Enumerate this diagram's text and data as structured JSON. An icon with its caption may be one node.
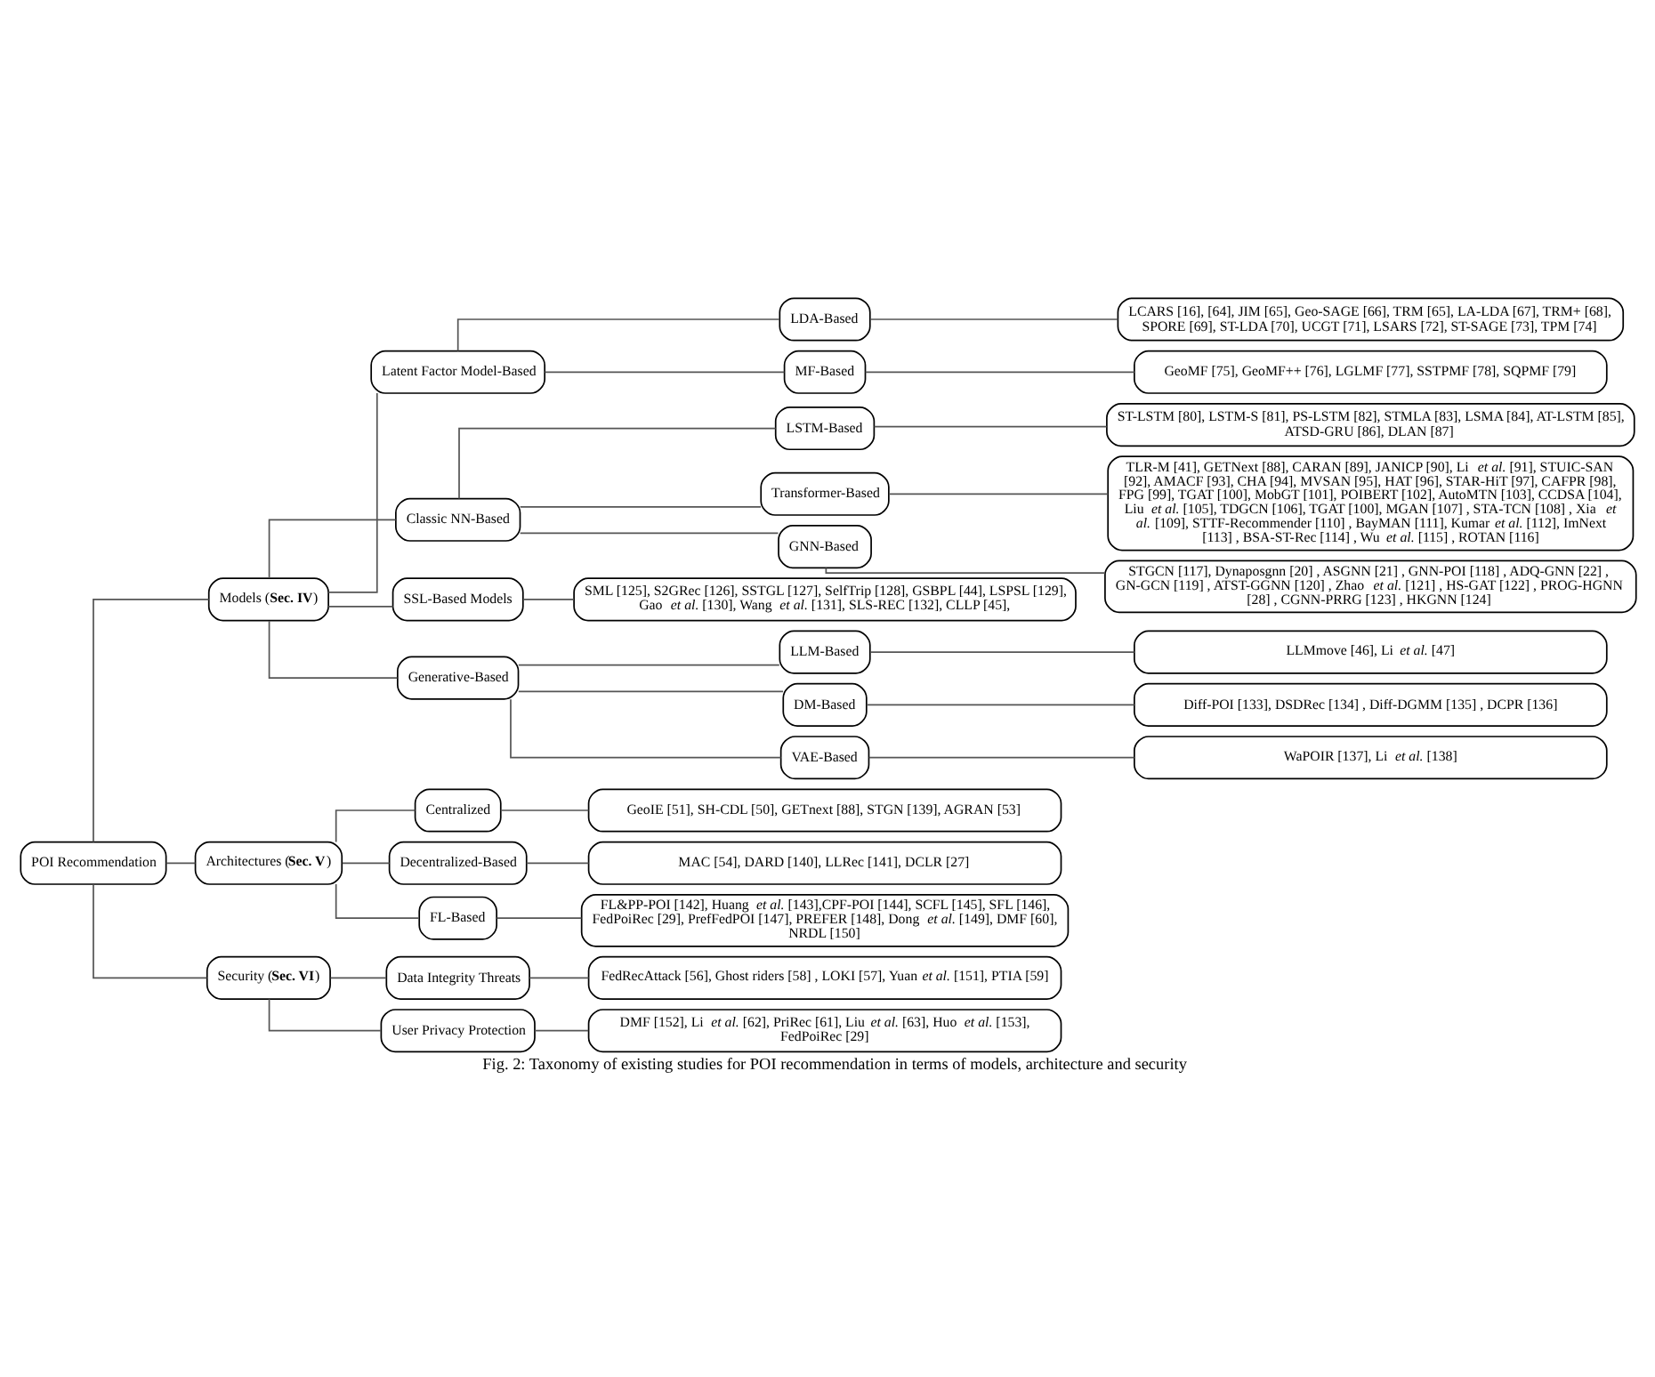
{
  "diagram": {
    "caption": "Fig. 2: Taxonomy of existing studies for POI recommendation in terms of models, architecture and security",
    "nodes": [
      {
        "text": [
          "POI Recommendation"
        ]
      },
      {
        "text": [
          "Models (**Sec. IV**)"
        ]
      },
      {
        "text": [
          "Latent Factor Model-Based"
        ]
      },
      {
        "text": [
          "LDA-Based"
        ]
      },
      {
        "text": [
          "LCARS [16], [64], JIM [65], Geo-SAGE [66], TRM [65], LA-LDA [67], TRM+ [68], SPORE [69], ST-LDA [70], UCGT [71], LSARS [72], ST-SAGE [73], TPM [74]"
        ]
      },
      {
        "text": [
          "MF-Based"
        ]
      },
      {
        "text": [
          "GeoMF [75], GeoMF++ [76], LGLMF [77], SSTPMF [78], SQPMF [79]"
        ]
      },
      {
        "text": [
          "Classic NN-Based"
        ]
      },
      {
        "text": [
          "LSTM-Based"
        ]
      },
      {
        "text": [
          "ST-LSTM [80], LSTM-S [81], PS-LSTM [82], STMLA [83], LSMA [84], AT-LSTM [85], ATSD-GRU [86], DLAN [87]"
        ]
      },
      {
        "text": [
          "Transformer-Based"
        ]
      },
      {
        "text": [
          "TLR-M [41], GETNext [88], CARAN [89], JANICP [90], Li *et al.* [91], STUIC-SAN [92], AMACF [93], CHA [94], MVSAN [95], HAT [96], STAR-HiT [97], CAFPR [98], FPG [99], TGAT [100], MobGT [101], POIBERT [102], AutoMTN [103], CCDSA [104], Liu *et al.* [105], TDGCN [106], TGAT [100], MGAN [107] , STA-TCN [108] , Xia *et al.* [109], STTF-Recommender [110] , BayMAN [111], Kumar *et al.* [112], ImNext [113] , BSA-ST-Rec [114] , Wu *et al.* [115] , ROTAN [116]"
        ]
      },
      {
        "text": [
          "GNN-Based"
        ]
      },
      {
        "text": [
          "STGCN [117], Dynaposgnn [20] , ASGNN [21] , GNN-POI [118] , ADQ-GNN [22] , GN-GCN [119] , ATST-GGNN [120] , Zhao *et al.* [121] , HS-GAT [122] , PROG-HGNN [28] , CGNN-PRRG [123] , HKGNN [124]"
        ]
      },
      {
        "text": [
          "SSL-Based Models"
        ]
      },
      {
        "text": [
          "SML [125], S2GRec [126], SSTGL [127], SelfTrip [128], GSBPL [44], LSPSL [129], Gao *et al.* [130], Wang *et al.* [131], SLS-REC [132], CLLP [45],"
        ]
      },
      {
        "text": [
          "Generative-Based"
        ]
      },
      {
        "text": [
          "LLM-Based"
        ]
      },
      {
        "text": [
          "LLMmove [46], Li *et al.* [47]"
        ]
      },
      {
        "text": [
          "DM-Based"
        ]
      },
      {
        "text": [
          "Diff-POI [133], DSDRec [134] , Diff-DGMM [135] , DCPR [136]"
        ]
      },
      {
        "text": [
          "VAE-Based"
        ]
      },
      {
        "text": [
          "WaPOIR [137], Li *et al.* [138]"
        ]
      },
      {
        "text": [
          "Architectures (**Sec. V**)"
        ]
      },
      {
        "text": [
          "Centralized"
        ]
      },
      {
        "text": [
          "GeoIE [51], SH-CDL [50], GETnext [88], STGN [139], AGRAN [53]"
        ]
      },
      {
        "text": [
          "Decentralized-Based"
        ]
      },
      {
        "text": [
          "MAC [54], DARD [140], LLRec [141], DCLR [27]"
        ]
      },
      {
        "text": [
          "FL-Based"
        ]
      },
      {
        "text": [
          "FL&PP-POI [142], Huang *et al.* [143],CPF-POI [144], SCFL [145], SFL [146], FedPoiRec [29], PrefFedPOI [147], PREFER [148], Dong *et al.* [149], DMF [60], NRDL [150]"
        ]
      },
      {
        "text": [
          "Security (**Sec. VI**)"
        ]
      },
      {
        "text": [
          "Data Integrity Threats"
        ]
      },
      {
        "text": [
          "FedRecAttack [56], Ghost riders [58] , LOKI [57], Yuan *et al.* [151], PTIA [59]"
        ]
      },
      {
        "text": [
          "User Privacy Protection"
        ]
      },
      {
        "text": [
          "DMF [152], Li *et al.* [62], PriRec [61], Liu *et al.* [63], Huo *et al.* [153], FedPoiRec [29]"
        ]
      }
    ],
    "edges": [
      {
        "from": 0,
        "to": 1,
        "arrow": "none"
      },
      {
        "from": 1,
        "to": 2,
        "arrow": "none"
      },
      {
        "from": 2,
        "to": 3,
        "arrow": "none"
      },
      {
        "from": 3,
        "to": 4,
        "arrow": "none"
      },
      {
        "from": 2,
        "to": 5,
        "arrow": "none"
      },
      {
        "from": 5,
        "to": 6,
        "arrow": "none"
      },
      {
        "from": 1,
        "to": 7,
        "arrow": "none"
      },
      {
        "from": 7,
        "to": 8,
        "arrow": "none"
      },
      {
        "from": 8,
        "to": 9,
        "arrow": "none"
      },
      {
        "from": 7,
        "to": 10,
        "arrow": "none"
      },
      {
        "from": 10,
        "to": 11,
        "arrow": "none"
      },
      {
        "from": 7,
        "to": 12,
        "arrow": "none"
      },
      {
        "from": 12,
        "to": 13,
        "arrow": "none"
      },
      {
        "from": 1,
        "to": 14,
        "arrow": "none"
      },
      {
        "from": 14,
        "to": 15,
        "arrow": "none"
      },
      {
        "from": 1,
        "to": 16,
        "arrow": "none"
      },
      {
        "from": 16,
        "to": 17,
        "arrow": "none"
      },
      {
        "from": 17,
        "to": 18,
        "arrow": "none"
      },
      {
        "from": 16,
        "to": 19,
        "arrow": "none"
      },
      {
        "from": 19,
        "to": 20,
        "arrow": "none"
      },
      {
        "from": 16,
        "to": 21,
        "arrow": "none"
      },
      {
        "from": 21,
        "to": 22,
        "arrow": "none"
      },
      {
        "from": 0,
        "to": 23,
        "arrow": "none"
      },
      {
        "from": 23,
        "to": 24,
        "arrow": "none"
      },
      {
        "from": 24,
        "to": 25,
        "arrow": "none"
      },
      {
        "from": 23,
        "to": 26,
        "arrow": "none"
      },
      {
        "from": 26,
        "to": 27,
        "arrow": "none"
      },
      {
        "from": 23,
        "to": 28,
        "arrow": "none"
      },
      {
        "from": 28,
        "to": 29,
        "arrow": "none"
      },
      {
        "from": 0,
        "to": 30,
        "arrow": "none"
      },
      {
        "from": 30,
        "to": 31,
        "arrow": "none"
      },
      {
        "from": 31,
        "to": 32,
        "arrow": "none"
      },
      {
        "from": 30,
        "to": 33,
        "arrow": "none"
      },
      {
        "from": 33,
        "to": 34,
        "arrow": "none"
      }
    ]
  }
}
